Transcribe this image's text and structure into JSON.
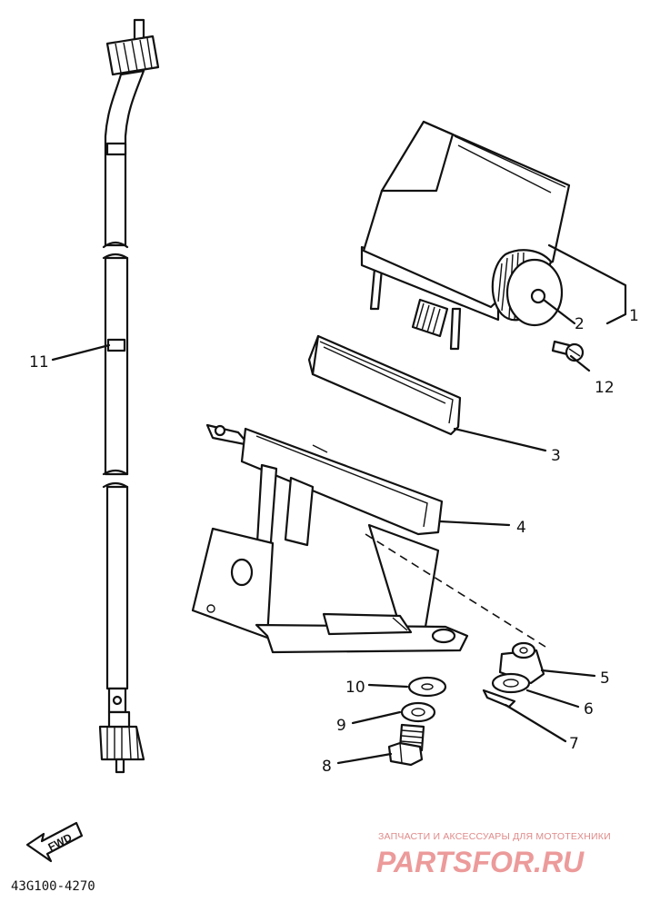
{
  "callouts": {
    "c1": "1",
    "c2": "2",
    "c3": "3",
    "c4": "4",
    "c5": "5",
    "c6": "6",
    "c7": "7",
    "c8": "8",
    "c9": "9",
    "c10": "10",
    "c11": "11",
    "c12": "12"
  },
  "direction_label": "FWD",
  "diagram_code": "43G100-4270",
  "watermark": {
    "tagline": "ЗАПЧАСТИ И АКСЕССУАРЫ ДЛЯ МОТОТЕХНИКИ",
    "brand": "PARTSFOR.RU"
  }
}
